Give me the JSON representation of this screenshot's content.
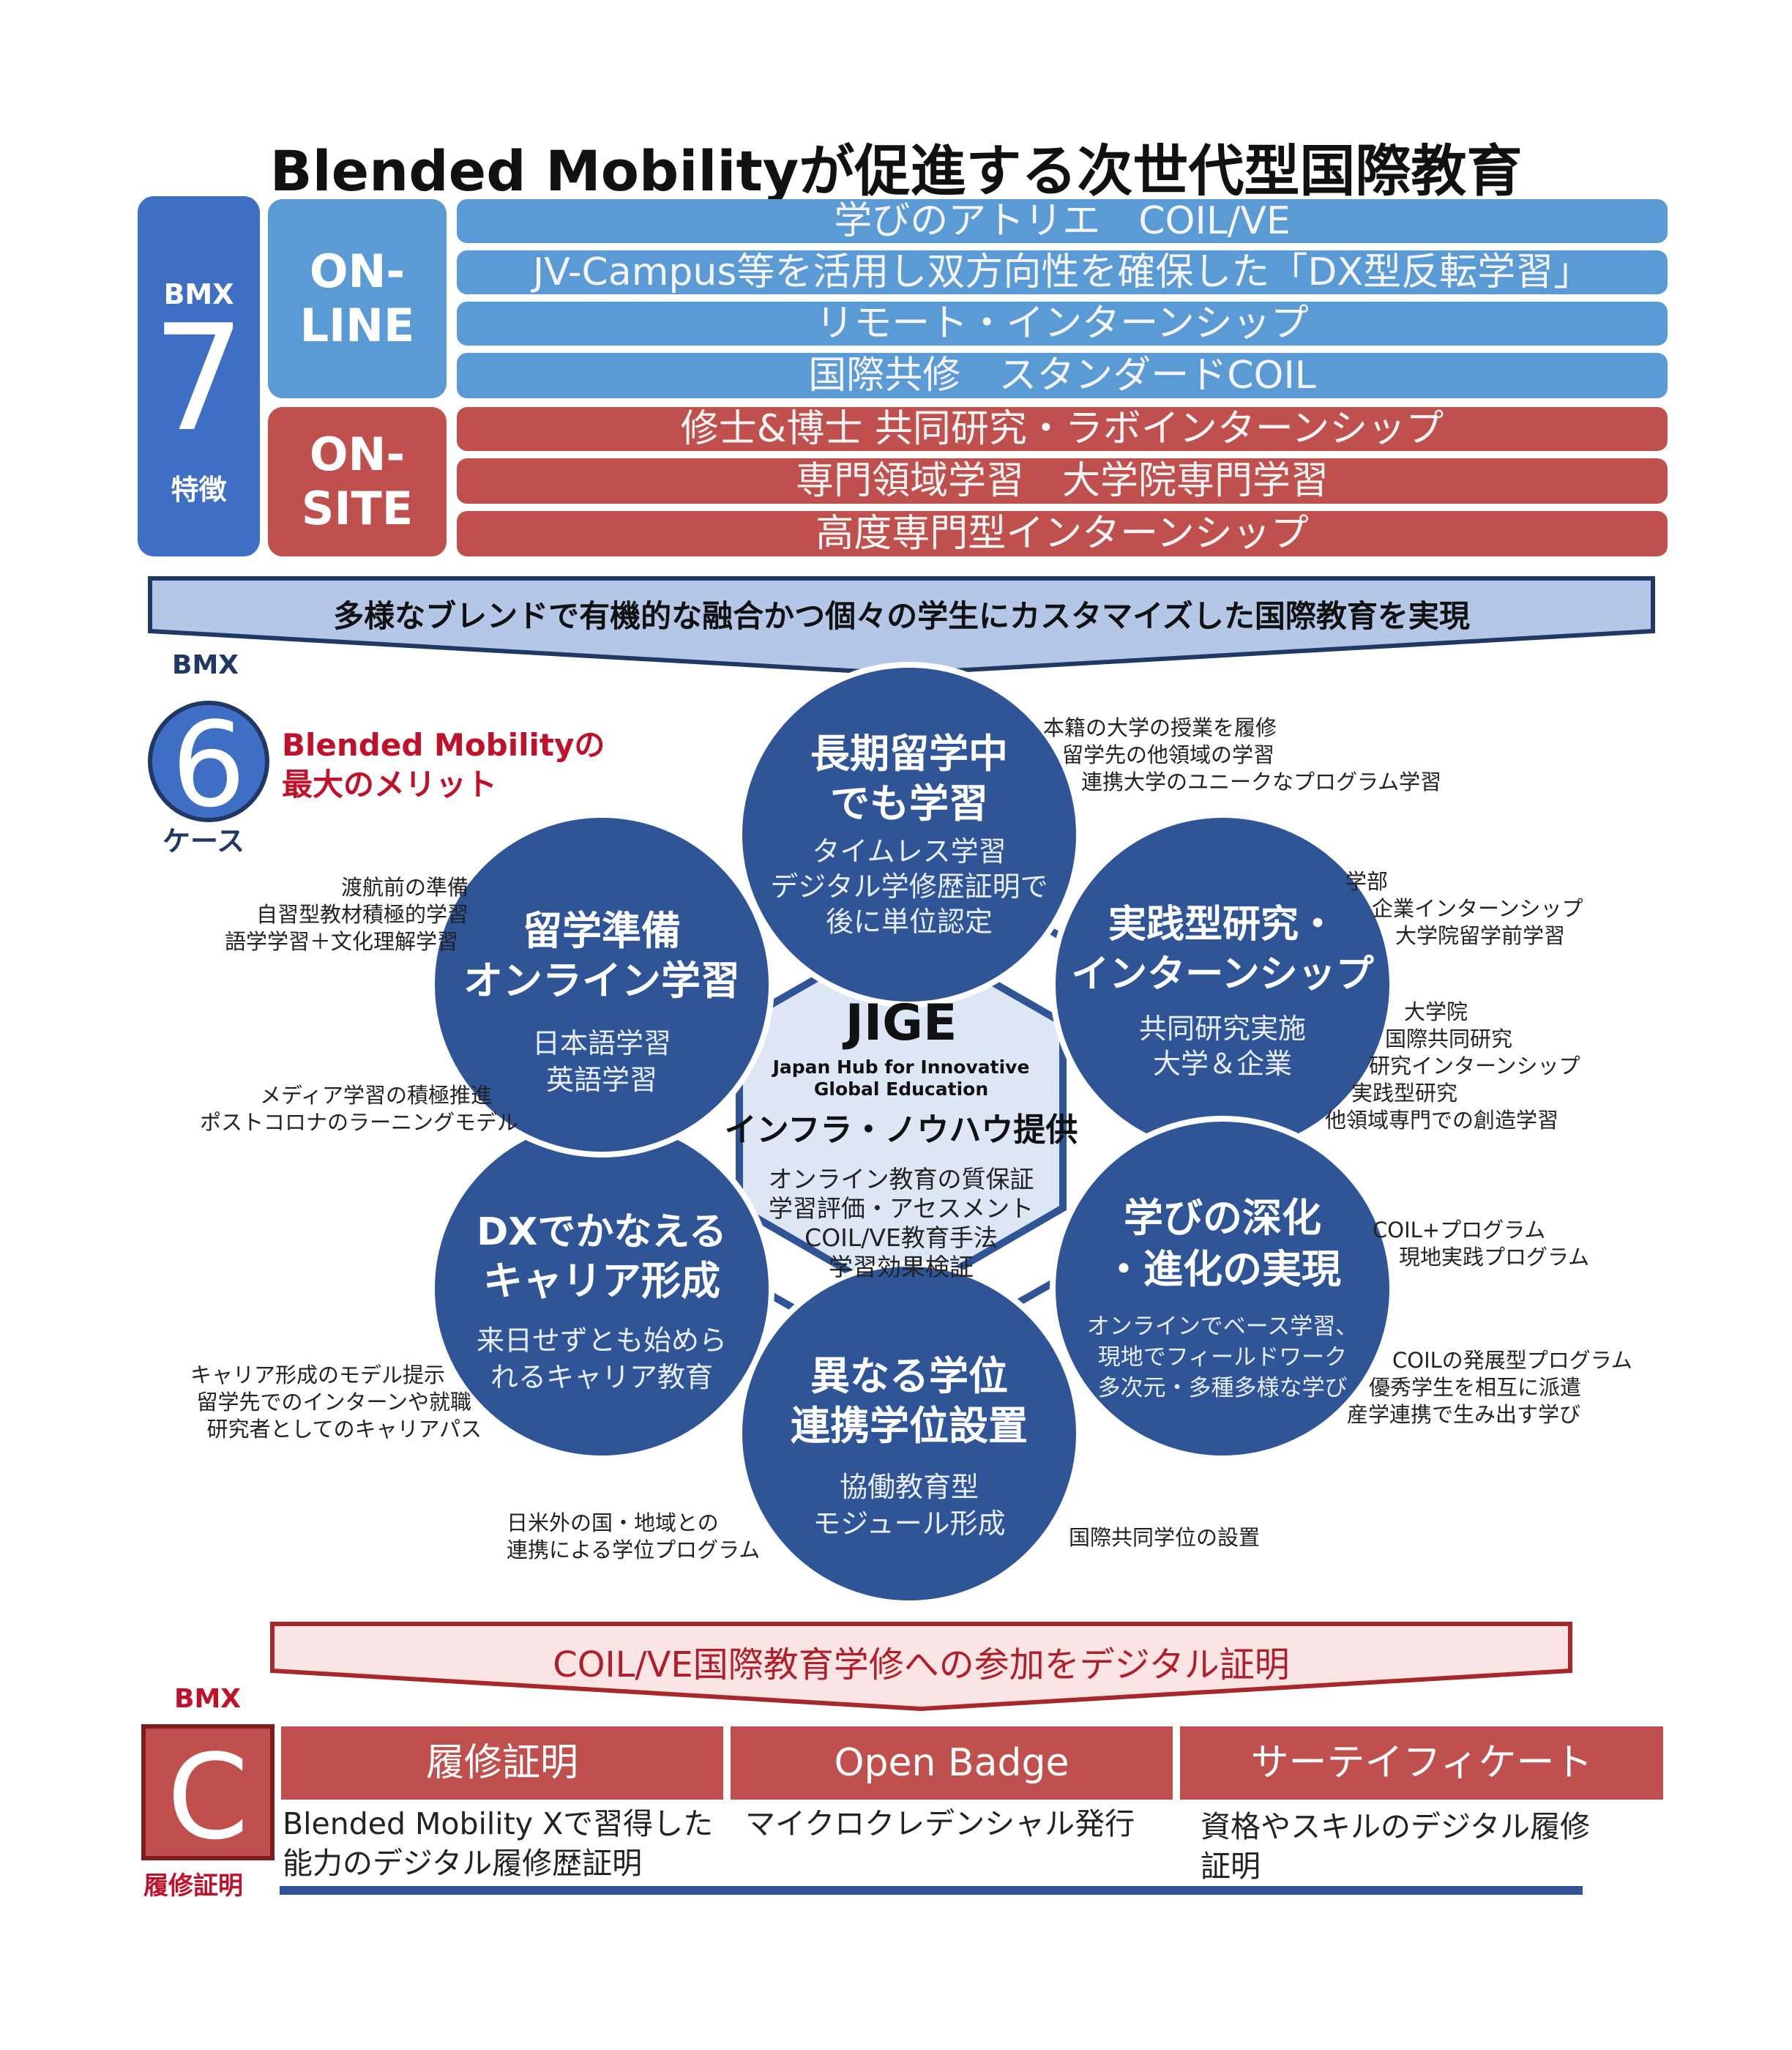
{
  "title": "Blended Mobilityが促進する次世代型国際教育",
  "bmx7": {
    "prefix": "BMX",
    "number": "7",
    "suffix": "特徴"
  },
  "online": {
    "label_line1": "ON-",
    "label_line2": "LINE",
    "items": [
      "学びのアトリエ　COIL/VE",
      "JV-Campus等を活用し双方向性を確保した「DX型反転学習」",
      "リモート・インターンシップ",
      "国際共修　スタンダードCOIL"
    ]
  },
  "onsite": {
    "label_line1": "ON-",
    "label_line2": "SITE",
    "items": [
      "修士&博士 共同研究・ラボインターンシップ",
      "専門領域学習　大学院専門学習",
      "高度専門型インターンシップ"
    ]
  },
  "banner1": "多様なブレンドで有機的な融合かつ個々の学生にカスタマイズした国際教育を実現",
  "bmx6": {
    "prefix": "BMX",
    "number": "6",
    "suffix": "ケース",
    "merit_line1": "Blended Mobilityの",
    "merit_line2": "最大のメリット"
  },
  "center": {
    "name": "JIGE",
    "full_line1": "Japan Hub for Innovative",
    "full_line2": "Global Education",
    "tagline": "インフラ・ノウハウ提供",
    "items": [
      "オンライン教育の質保証",
      "学習評価・アセスメント",
      "COIL/VE教育手法",
      "学習効果検証"
    ]
  },
  "petals": [
    {
      "title": [
        "長期留学中",
        "でも学習"
      ],
      "sub": [
        "タイムレス学習",
        "デジタル学修歴証明で",
        "後に単位認定"
      ],
      "notes": [
        "本籍の大学の授業を履修",
        "留学先の他領域の学習",
        "連携大学のユニークなプログラム学習"
      ]
    },
    {
      "title": [
        "実践型研究・",
        "インターンシップ"
      ],
      "sub": [
        "共同研究実施",
        "大学＆企業"
      ],
      "notes_a": [
        "学部",
        "企業インターンシップ",
        "大学院留学前学習"
      ],
      "notes_b": [
        "大学院",
        "国際共同研究",
        "研究インターンシップ",
        "実践型研究",
        "他領域専門での創造学習"
      ]
    },
    {
      "title": [
        "学びの深化",
        "・進化の実現"
      ],
      "sub": [
        "オンラインでベース学習、",
        "現地でフィールドワーク",
        "多次元・多種多様な学び"
      ],
      "notes_a": [
        "COIL+プログラム",
        "現地実践プログラム"
      ],
      "notes_b": [
        "COILの発展型プログラム",
        "優秀学生を相互に派遣",
        "産学連携で生み出す学び"
      ]
    },
    {
      "title": [
        "異なる学位",
        "連携学位設置"
      ],
      "sub": [
        "協働教育型",
        "モジュール形成"
      ],
      "notes_a": [
        "日米外の国・地域との",
        "連携による学位プログラム"
      ],
      "notes_b": [
        "国際共同学位の設置"
      ]
    },
    {
      "title": [
        "DXでかなえる",
        "キャリア形成"
      ],
      "sub": [
        "来日せずとも始めら",
        "れるキャリア教育"
      ],
      "notes": [
        "キャリア形成のモデル提示",
        "留学先でのインターンや就職",
        "研究者としてのキャリアパス"
      ]
    },
    {
      "title": [
        "留学準備",
        "オンライン学習"
      ],
      "sub": [
        "日本語学習",
        "英語学習"
      ],
      "notes_a": [
        "渡航前の準備",
        "自習型教材積極的学習",
        "語学学習＋文化理解学習"
      ],
      "notes_b": [
        "メディア学習の積極推進",
        "ポストコロナのラーニングモデル"
      ]
    }
  ],
  "banner2": "COIL/VE国際教育学修への参加をデジタル証明",
  "bmxC": {
    "prefix": "BMX",
    "letter": "C",
    "suffix": "履修証明"
  },
  "certs": [
    {
      "head": "履修証明",
      "body": [
        "Blended Mobility Xで習得した",
        "能力のデジタル履修歴証明"
      ]
    },
    {
      "head": "Open Badge",
      "body": [
        "マイクロクレデンシャル発行"
      ]
    },
    {
      "head": "サーテイフィケート",
      "body": [
        "資格やスキルのデジタル履修",
        "証明"
      ]
    }
  ],
  "colors": {
    "blue_dark": "#2f5597",
    "blue_light": "#5b9bd5",
    "red": "#c0504d",
    "bmx_blue": "#3f6fc4",
    "banner_fill": "#b4c7e7",
    "pink_fill": "#fbe5e4"
  }
}
